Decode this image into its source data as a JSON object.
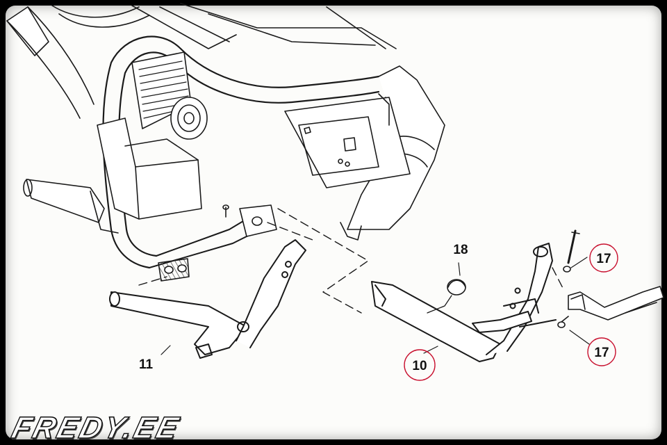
{
  "diagram": {
    "callouts": [
      {
        "id": "callout-17-upper",
        "label": "17",
        "circled": true
      },
      {
        "id": "callout-18",
        "label": "18",
        "circled": false
      },
      {
        "id": "callout-11",
        "label": "11",
        "circled": false
      },
      {
        "id": "callout-10",
        "label": "10",
        "circled": true
      },
      {
        "id": "callout-17-lower",
        "label": "17",
        "circled": true
      }
    ],
    "highlight_color": "#c8102e",
    "line_color": "#1a1a1a"
  },
  "watermark": {
    "text": "FREDY.EE"
  }
}
